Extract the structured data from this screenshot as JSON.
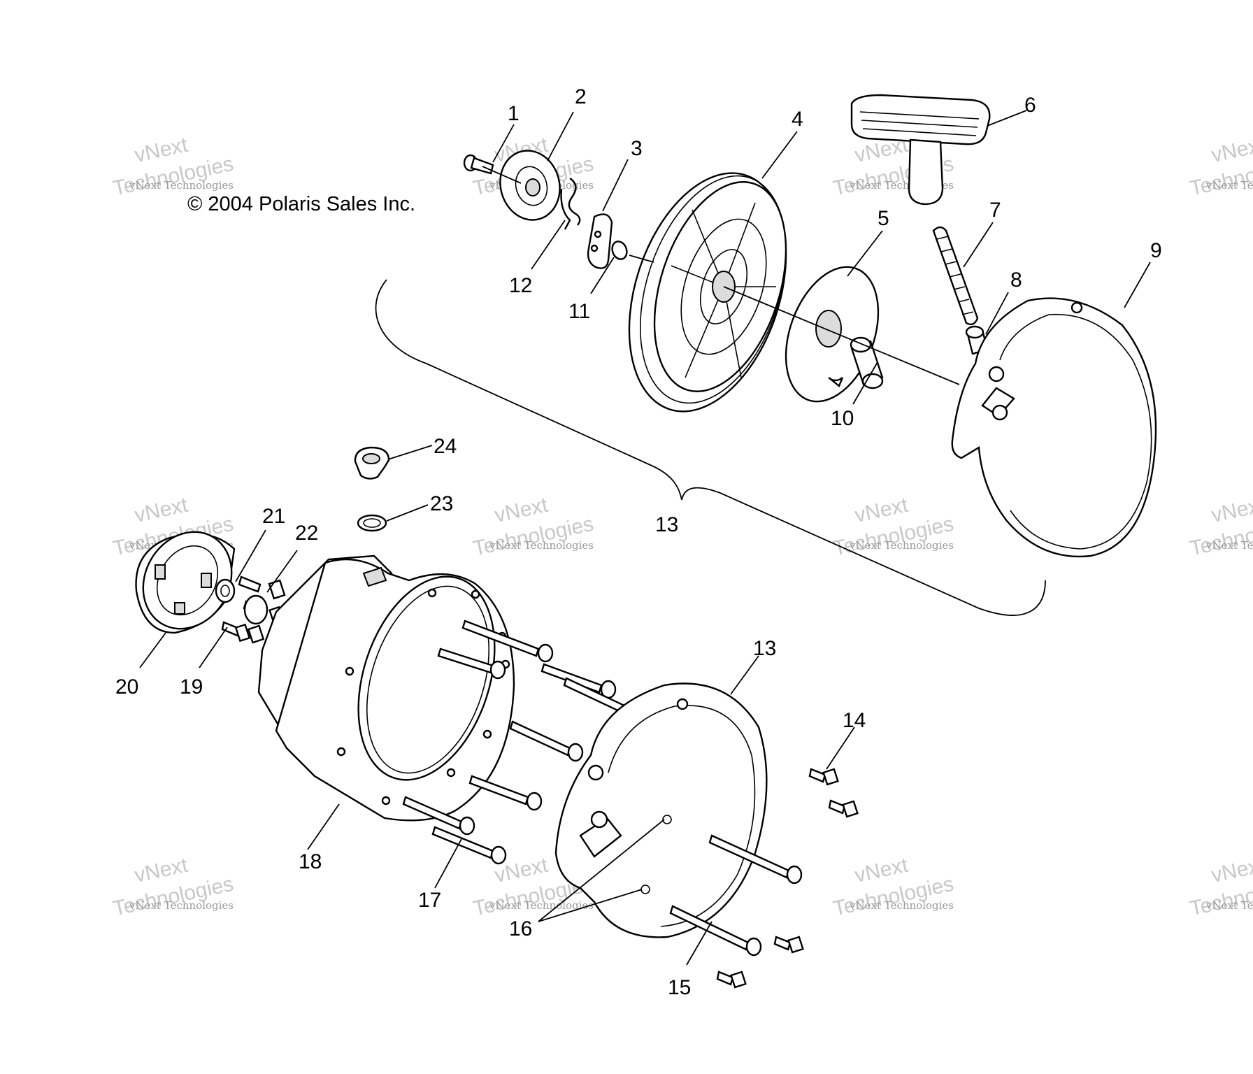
{
  "copyright": "© 2004 Polaris Sales Inc.",
  "watermark": {
    "line1": "vNext",
    "line2": "Technologies",
    "small": "vNext Technologies"
  },
  "callouts": [
    "1",
    "2",
    "3",
    "4",
    "5",
    "6",
    "7",
    "8",
    "9",
    "10",
    "11",
    "12",
    "13",
    "13",
    "14",
    "15",
    "16",
    "17",
    "18",
    "19",
    "20",
    "21",
    "22",
    "23",
    "24"
  ]
}
